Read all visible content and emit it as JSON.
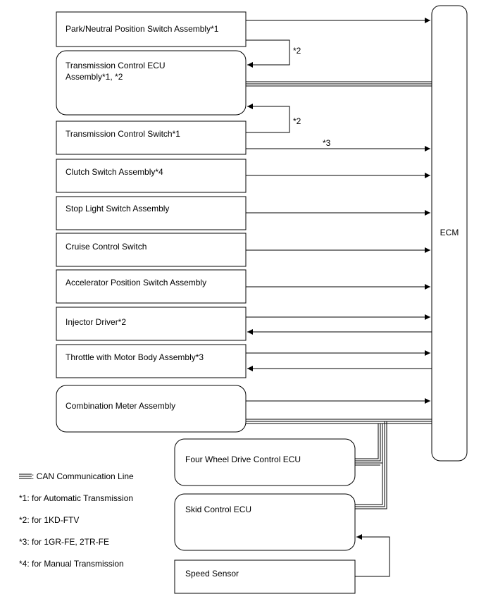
{
  "boxes": {
    "park_neutral": "Park/Neutral Position Switch Assembly*1",
    "tcu_line1": "Transmission Control ECU",
    "tcu_line2": "Assembly*1, *2",
    "trans_control_switch": "Transmission Control Switch*1",
    "clutch_switch": "Clutch Switch Assembly*4",
    "stop_light": "Stop Light Switch Assembly",
    "cruise_control": "Cruise Control Switch",
    "accelerator": "Accelerator Position Switch Assembly",
    "injector": "Injector Driver*2",
    "throttle": "Throttle with Motor Body Assembly*3",
    "combination_meter": "Combination Meter Assembly",
    "four_wheel_drive": "Four Wheel Drive Control ECU",
    "skid_control": "Skid Control ECU",
    "speed_sensor": "Speed Sensor",
    "ecm": "ECM"
  },
  "annotations": {
    "note_2a": "*2",
    "note_2b": "*2",
    "note_3": "*3"
  },
  "legend": {
    "can_line": ": CAN Communication Line",
    "note1": "*1: for Automatic Transmission",
    "note2": "*2: for 1KD-FTV",
    "note3": "*3: for 1GR-FE, 2TR-FE",
    "note4": "*4: for Manual Transmission"
  }
}
